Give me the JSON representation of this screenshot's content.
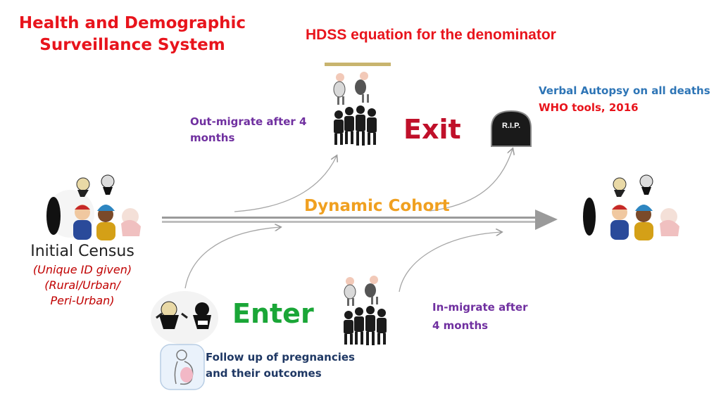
{
  "title_line1": "Health and Demographic",
  "title_line2": "Surveillance System",
  "subtitle": "HDSS equation for the denominator",
  "verbal_autopsy_line1": "Verbal Autopsy on all deaths",
  "verbal_autopsy_line2": "WHO tools, 2016",
  "out_migrate_line1": "Out-migrate after 4",
  "out_migrate_line2": "months",
  "exit_label": "Exit",
  "dynamic_cohort_label": "Dynamic Cohort",
  "initial_census": "Initial Census",
  "census_detail_1": "(Unique ID given)",
  "census_detail_2": "(Rural/Urban/",
  "census_detail_3": "Peri-Urban)",
  "enter_label": "Enter",
  "in_migrate_line1": "In-migrate after",
  "in_migrate_line2": "4 months",
  "pregnancy_line1": "Follow up of pregnancies",
  "pregnancy_line2": "and their outcomes",
  "tombstone_text": "R.I.P.",
  "colors": {
    "red": "#e8141c",
    "purple": "#7030a0",
    "blue": "#2e75b6",
    "orange": "#f0a020",
    "green": "#1aa637",
    "navy": "#1f3864"
  }
}
